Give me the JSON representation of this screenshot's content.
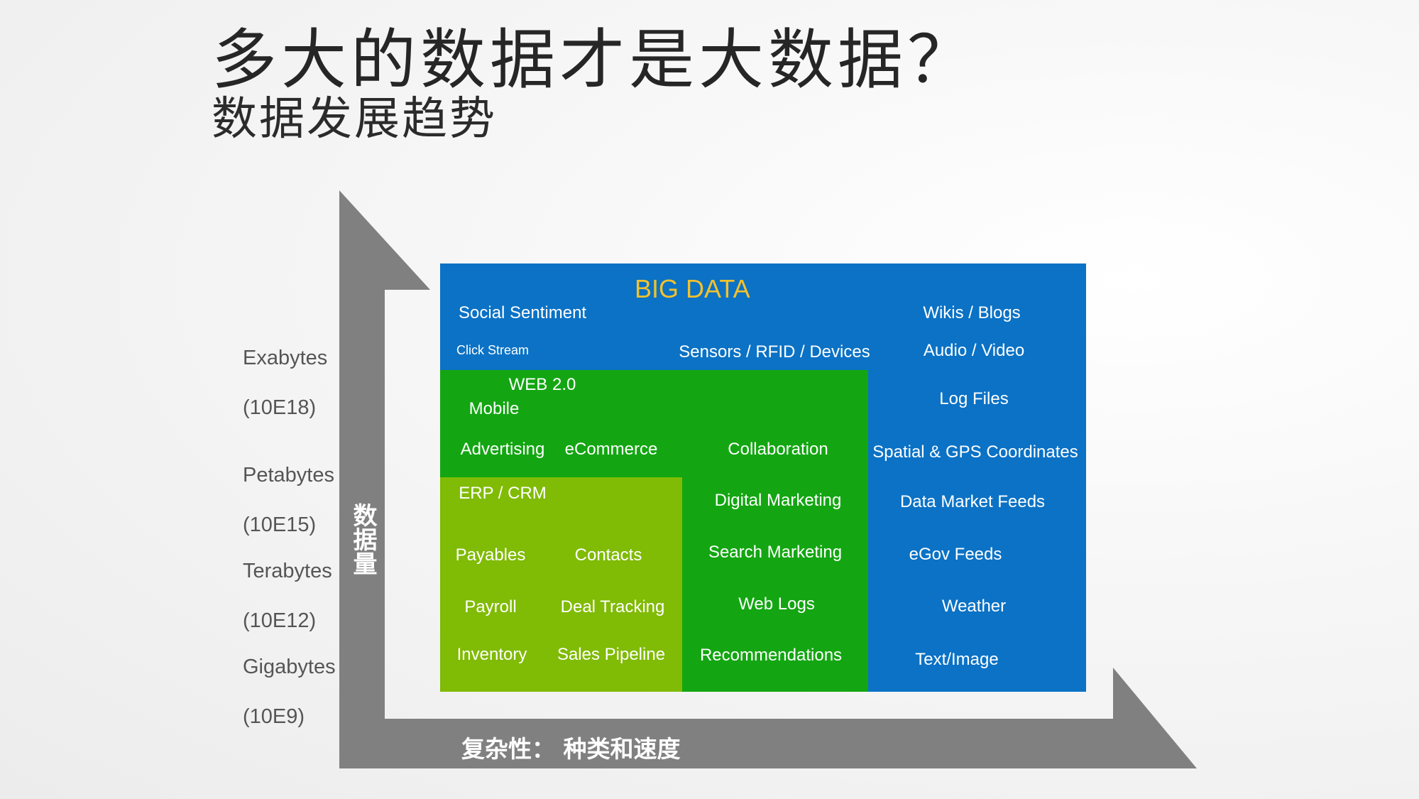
{
  "title": "多大的数据才是大数据？",
  "subtitle": "数据发展趋势",
  "y_axis": {
    "title": "数据量",
    "levels": [
      {
        "name": "Exabytes",
        "exp": "(10E18)"
      },
      {
        "name": "Petabytes",
        "exp": "(10E15)"
      },
      {
        "name": "Terabytes",
        "exp": "(10E12)"
      },
      {
        "name": "Gigabytes",
        "exp": "(10E9)"
      }
    ]
  },
  "x_axis": {
    "title": "复杂性： 种类和速度"
  },
  "colors": {
    "big_data": "#0b72c5",
    "web20": "#13a612",
    "erp_crm": "#80bb05",
    "heading": "#f2c12e",
    "axis": "#808080"
  },
  "big_data": {
    "heading": "BIG DATA",
    "items": [
      "Social Sentiment",
      "Wikis / Blogs",
      "Click Stream",
      "Sensors / RFID / Devices",
      "Audio / Video",
      "Log Files",
      "Spatial & GPS Coordinates",
      "Data Market Feeds",
      "eGov Feeds",
      "Weather",
      "Text/Image"
    ]
  },
  "web20": {
    "heading": "WEB 2.0",
    "items": [
      "Mobile",
      "Advertising",
      "eCommerce",
      "Collaboration",
      "Digital Marketing",
      "Search Marketing",
      "Web Logs",
      "Recommendations"
    ]
  },
  "erp_crm": {
    "heading": "ERP / CRM",
    "items": [
      "Payables",
      "Contacts",
      "Payroll",
      "Deal Tracking",
      "Inventory",
      "Sales Pipeline"
    ]
  }
}
